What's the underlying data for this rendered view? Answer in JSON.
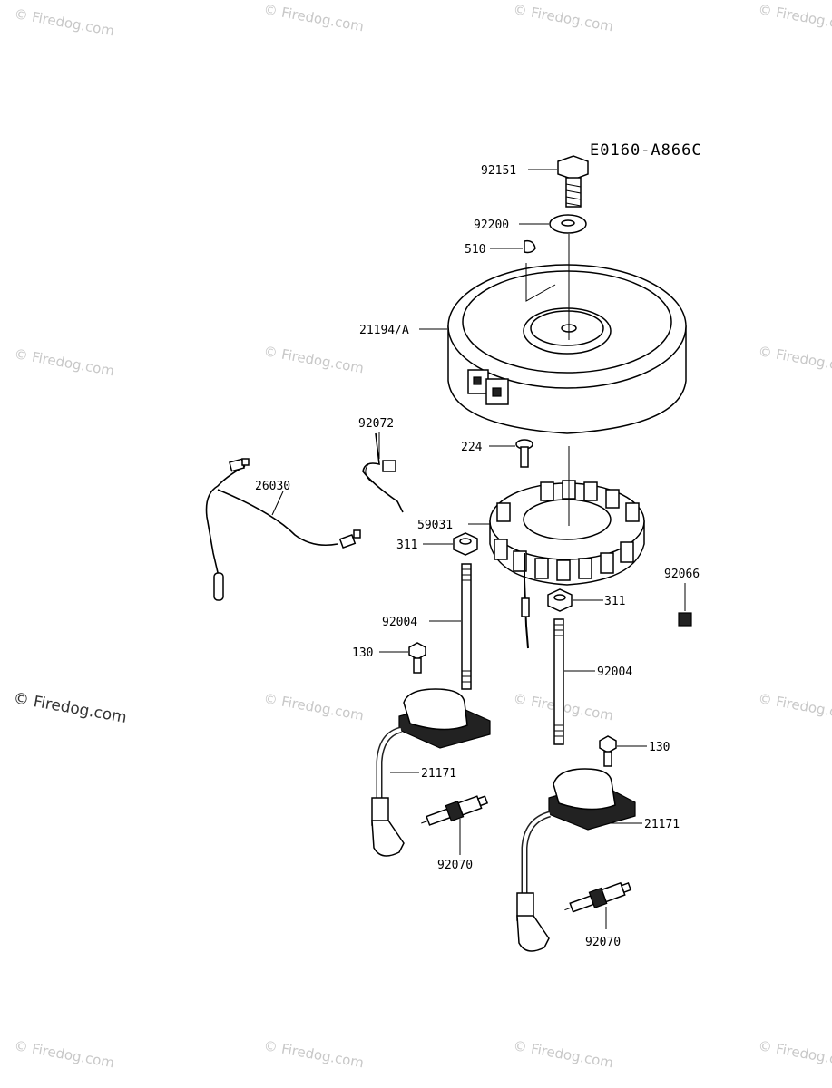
{
  "diagram": {
    "code": "E0160-A866C",
    "labels": {
      "p92151": "92151",
      "p92200": "92200",
      "p510": "510",
      "p21194": "21194/A",
      "p92072": "92072",
      "p224": "224",
      "p26030": "26030",
      "p59031": "59031",
      "p311a": "311",
      "p311b": "311",
      "p92066": "92066",
      "p92004a": "92004",
      "p92004b": "92004",
      "p130a": "130",
      "p130b": "130",
      "p21171a": "21171",
      "p21171b": "21171",
      "p92070a": "92070",
      "p92070b": "92070"
    }
  },
  "watermark": {
    "text": "© Firedog.com",
    "main": "© Firedog.com"
  }
}
